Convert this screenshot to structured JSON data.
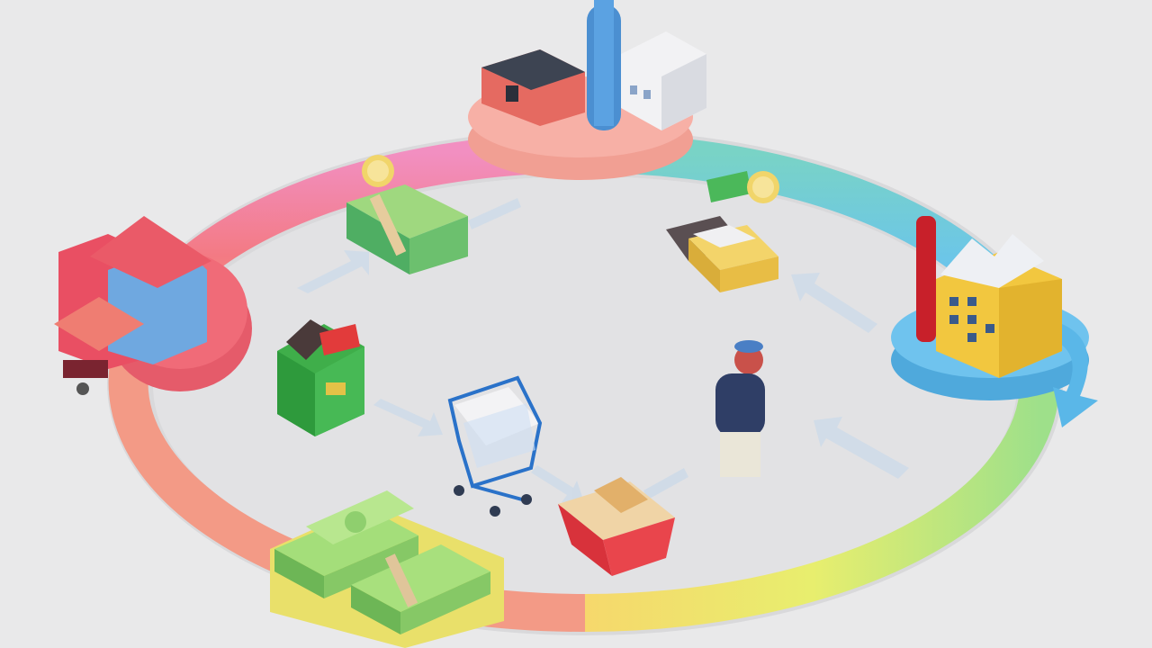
{
  "diagram": {
    "nodes": [
      {
        "id": "factory-top",
        "icon": "factory-icon"
      },
      {
        "id": "factory-right",
        "icon": "factory-icon"
      },
      {
        "id": "house-left",
        "icon": "house-icon"
      },
      {
        "id": "money-bottom",
        "icon": "cash-stack-icon"
      }
    ],
    "inner_items": [
      {
        "id": "cash-bundle",
        "icon": "cash-bundle-icon"
      },
      {
        "id": "coins",
        "icon": "coin-icon"
      },
      {
        "id": "cheese-bread",
        "icon": "food-goods-icon"
      },
      {
        "id": "grocery-bag",
        "icon": "grocery-bag-icon"
      },
      {
        "id": "shopping-cart",
        "icon": "shopping-cart-icon"
      },
      {
        "id": "basket",
        "icon": "basket-icon"
      },
      {
        "id": "shopper",
        "icon": "person-icon"
      }
    ],
    "ring_colors": [
      "#f08fbd",
      "#f7a9a0",
      "#7fd8c8",
      "#6fc8e8",
      "#b6e07a",
      "#f3e86a",
      "#f3877f"
    ]
  }
}
